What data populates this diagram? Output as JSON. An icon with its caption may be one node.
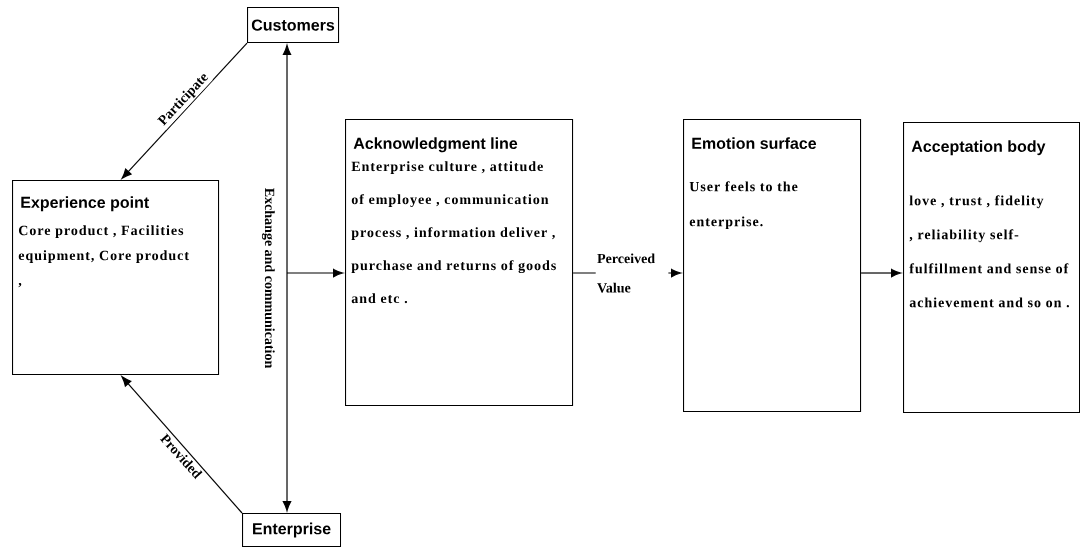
{
  "diagram": {
    "nodes": [
      {
        "text": [
          "Customers"
        ]
      },
      {
        "text": [
          "Experience point",
          "Core product , Facilities equipment, Core product ,"
        ]
      },
      {
        "text": [
          "Enterprise"
        ]
      },
      {
        "text": [
          "Acknowledgment line",
          "Enterprise culture , attitude of employee , communication process , information deliver , purchase and returns of goods and etc ."
        ]
      },
      {
        "text": [
          "Emotion surface",
          "User feels to the enterprise."
        ]
      },
      {
        "text": [
          "Acceptation body",
          "love , trust , fidelity , reliability self-fulfillment and sense of achievement and so on ."
        ]
      }
    ],
    "edges": [
      {
        "from": 0,
        "to": 1,
        "arrow": "to",
        "label": "Participate"
      },
      {
        "from": 2,
        "to": 1,
        "arrow": "to",
        "label": "Provided"
      },
      {
        "from": 0,
        "to": 2,
        "arrow": "both",
        "label": "Exchange and communication"
      },
      {
        "from": null,
        "to": 3,
        "arrow": "to"
      },
      {
        "from": 3,
        "to": 4,
        "arrow": "to",
        "label": "Perceived Value"
      },
      {
        "from": 4,
        "to": 5,
        "arrow": "to"
      }
    ]
  }
}
